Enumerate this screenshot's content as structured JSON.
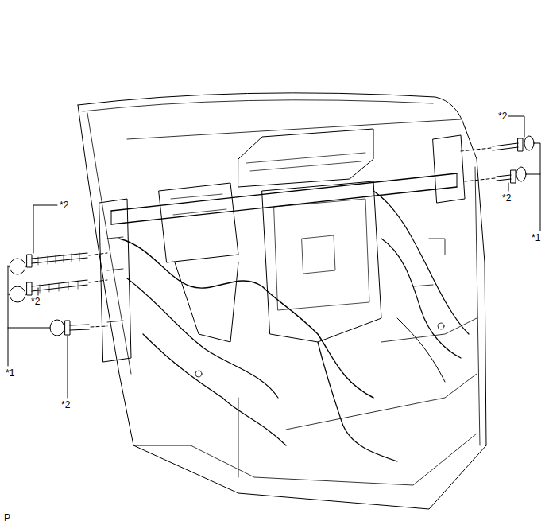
{
  "diagram": {
    "labels": [
      "*2",
      "*2",
      "*2",
      "*1",
      "*2",
      "*1",
      "*2",
      "P"
    ]
  }
}
